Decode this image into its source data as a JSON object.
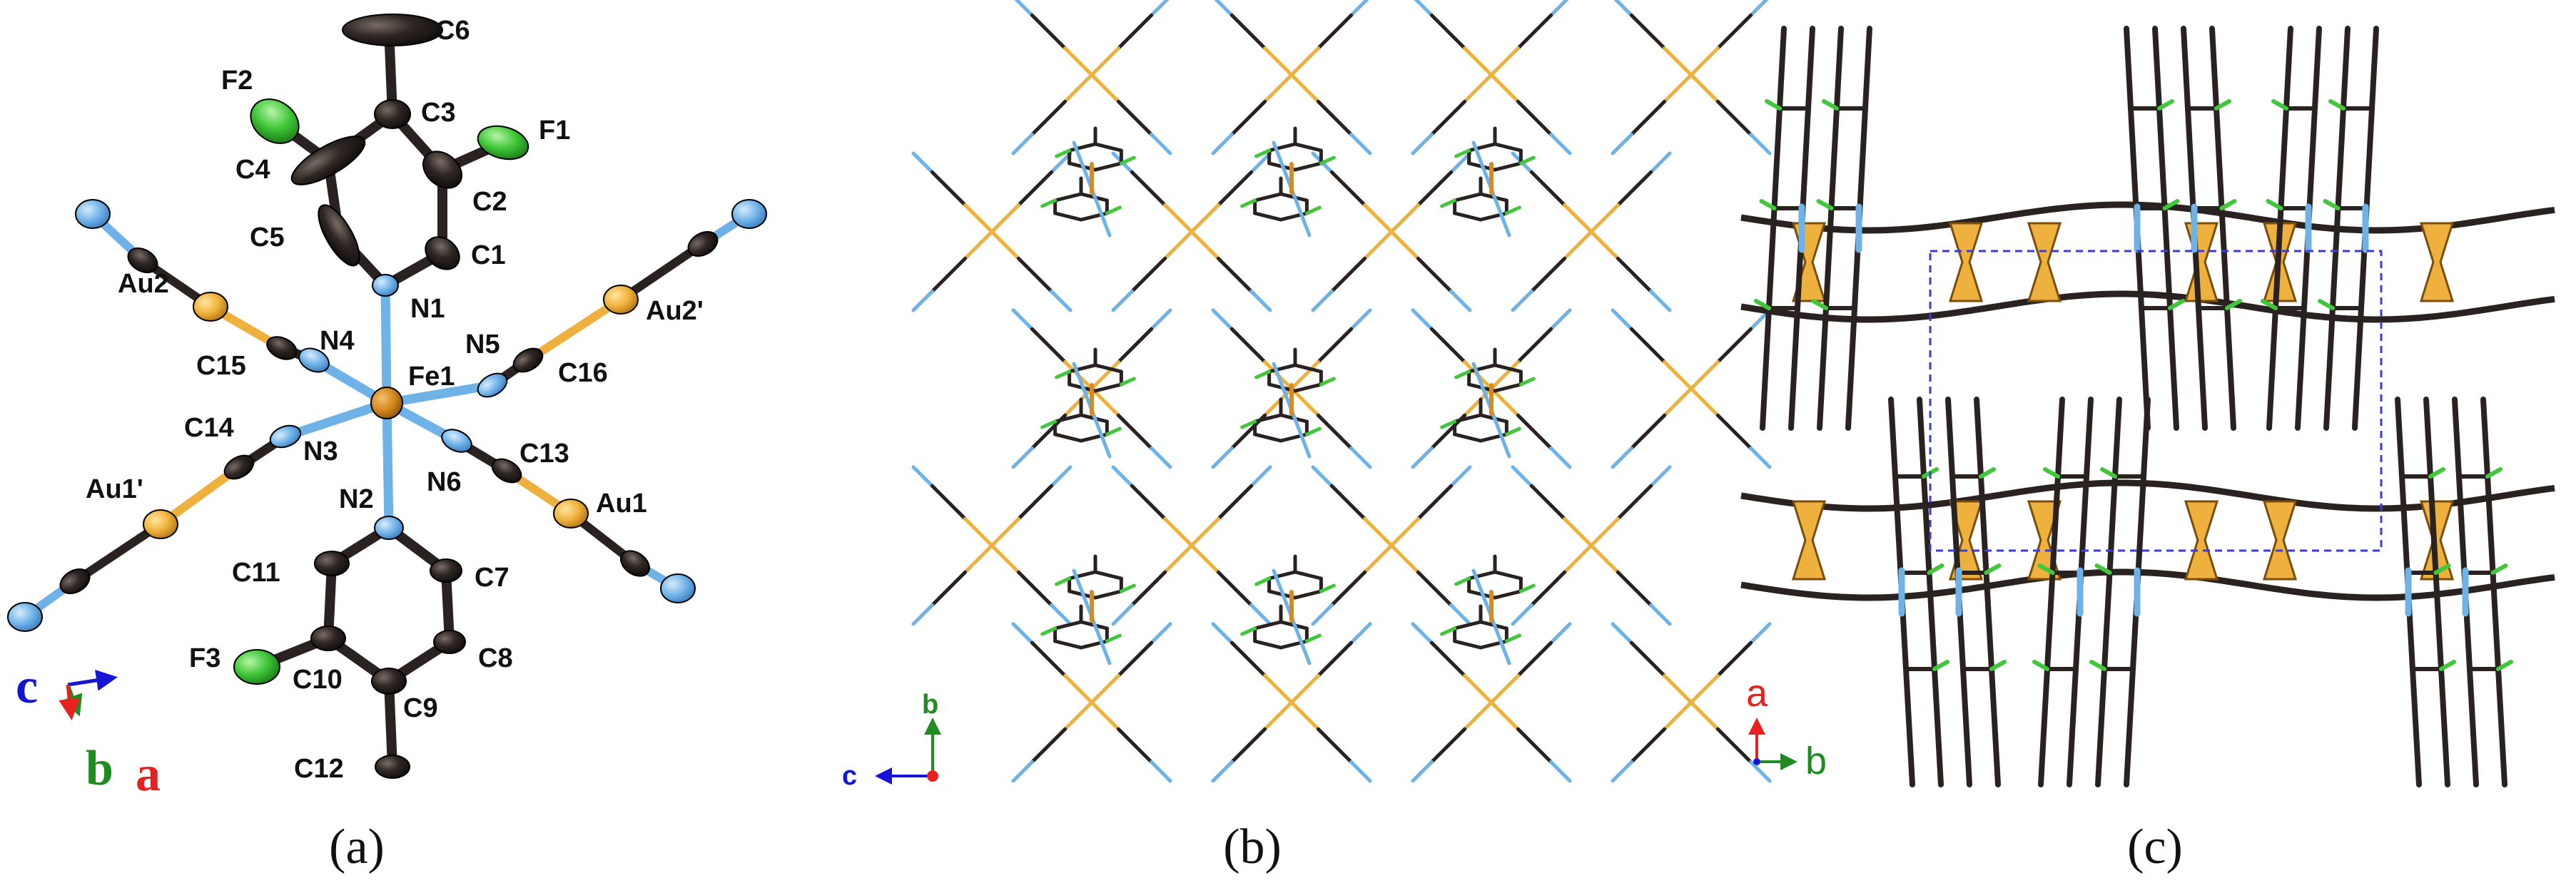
{
  "colors": {
    "carbon": "#2a2220",
    "nitrogen": "#6fb2e8",
    "fluorine": "#41c63c",
    "gold": "#efb13d",
    "iron": "#d58a22",
    "axis_a": "#e8211f",
    "axis_b": "#1f8c1f",
    "axis_c": "#1515d6",
    "unit_cell": "#3a3adf"
  },
  "panel_a": {
    "atoms": [
      {
        "id": "c6",
        "label": "C6"
      },
      {
        "id": "f2",
        "label": "F2"
      },
      {
        "id": "c3",
        "label": "C3"
      },
      {
        "id": "f1",
        "label": "F1"
      },
      {
        "id": "c4",
        "label": "C4"
      },
      {
        "id": "c2",
        "label": "C2"
      },
      {
        "id": "c5",
        "label": "C5"
      },
      {
        "id": "c1",
        "label": "C1"
      },
      {
        "id": "n1",
        "label": "N1"
      },
      {
        "id": "au2",
        "label": "Au2"
      },
      {
        "id": "au2p",
        "label": "Au2'"
      },
      {
        "id": "c15",
        "label": "C15"
      },
      {
        "id": "n4",
        "label": "N4"
      },
      {
        "id": "n5",
        "label": "N5"
      },
      {
        "id": "fe1",
        "label": "Fe1"
      },
      {
        "id": "c16",
        "label": "C16"
      },
      {
        "id": "c14",
        "label": "C14"
      },
      {
        "id": "n3",
        "label": "N3"
      },
      {
        "id": "c13",
        "label": "C13"
      },
      {
        "id": "au1p",
        "label": "Au1'"
      },
      {
        "id": "n2",
        "label": "N2"
      },
      {
        "id": "n6",
        "label": "N6"
      },
      {
        "id": "au1",
        "label": "Au1"
      },
      {
        "id": "c11",
        "label": "C11"
      },
      {
        "id": "c7",
        "label": "C7"
      },
      {
        "id": "f3",
        "label": "F3"
      },
      {
        "id": "c10",
        "label": "C10"
      },
      {
        "id": "c8",
        "label": "C8"
      },
      {
        "id": "c9",
        "label": "C9"
      },
      {
        "id": "c12",
        "label": "C12"
      }
    ],
    "axes": {
      "c": "c",
      "b": "b",
      "a": "a"
    },
    "caption": "(a)"
  },
  "panel_b": {
    "axes": {
      "b": "b",
      "c": "c"
    },
    "caption": "(b)"
  },
  "panel_c": {
    "axes": {
      "a": "a",
      "b": "b"
    },
    "caption": "(c)"
  }
}
